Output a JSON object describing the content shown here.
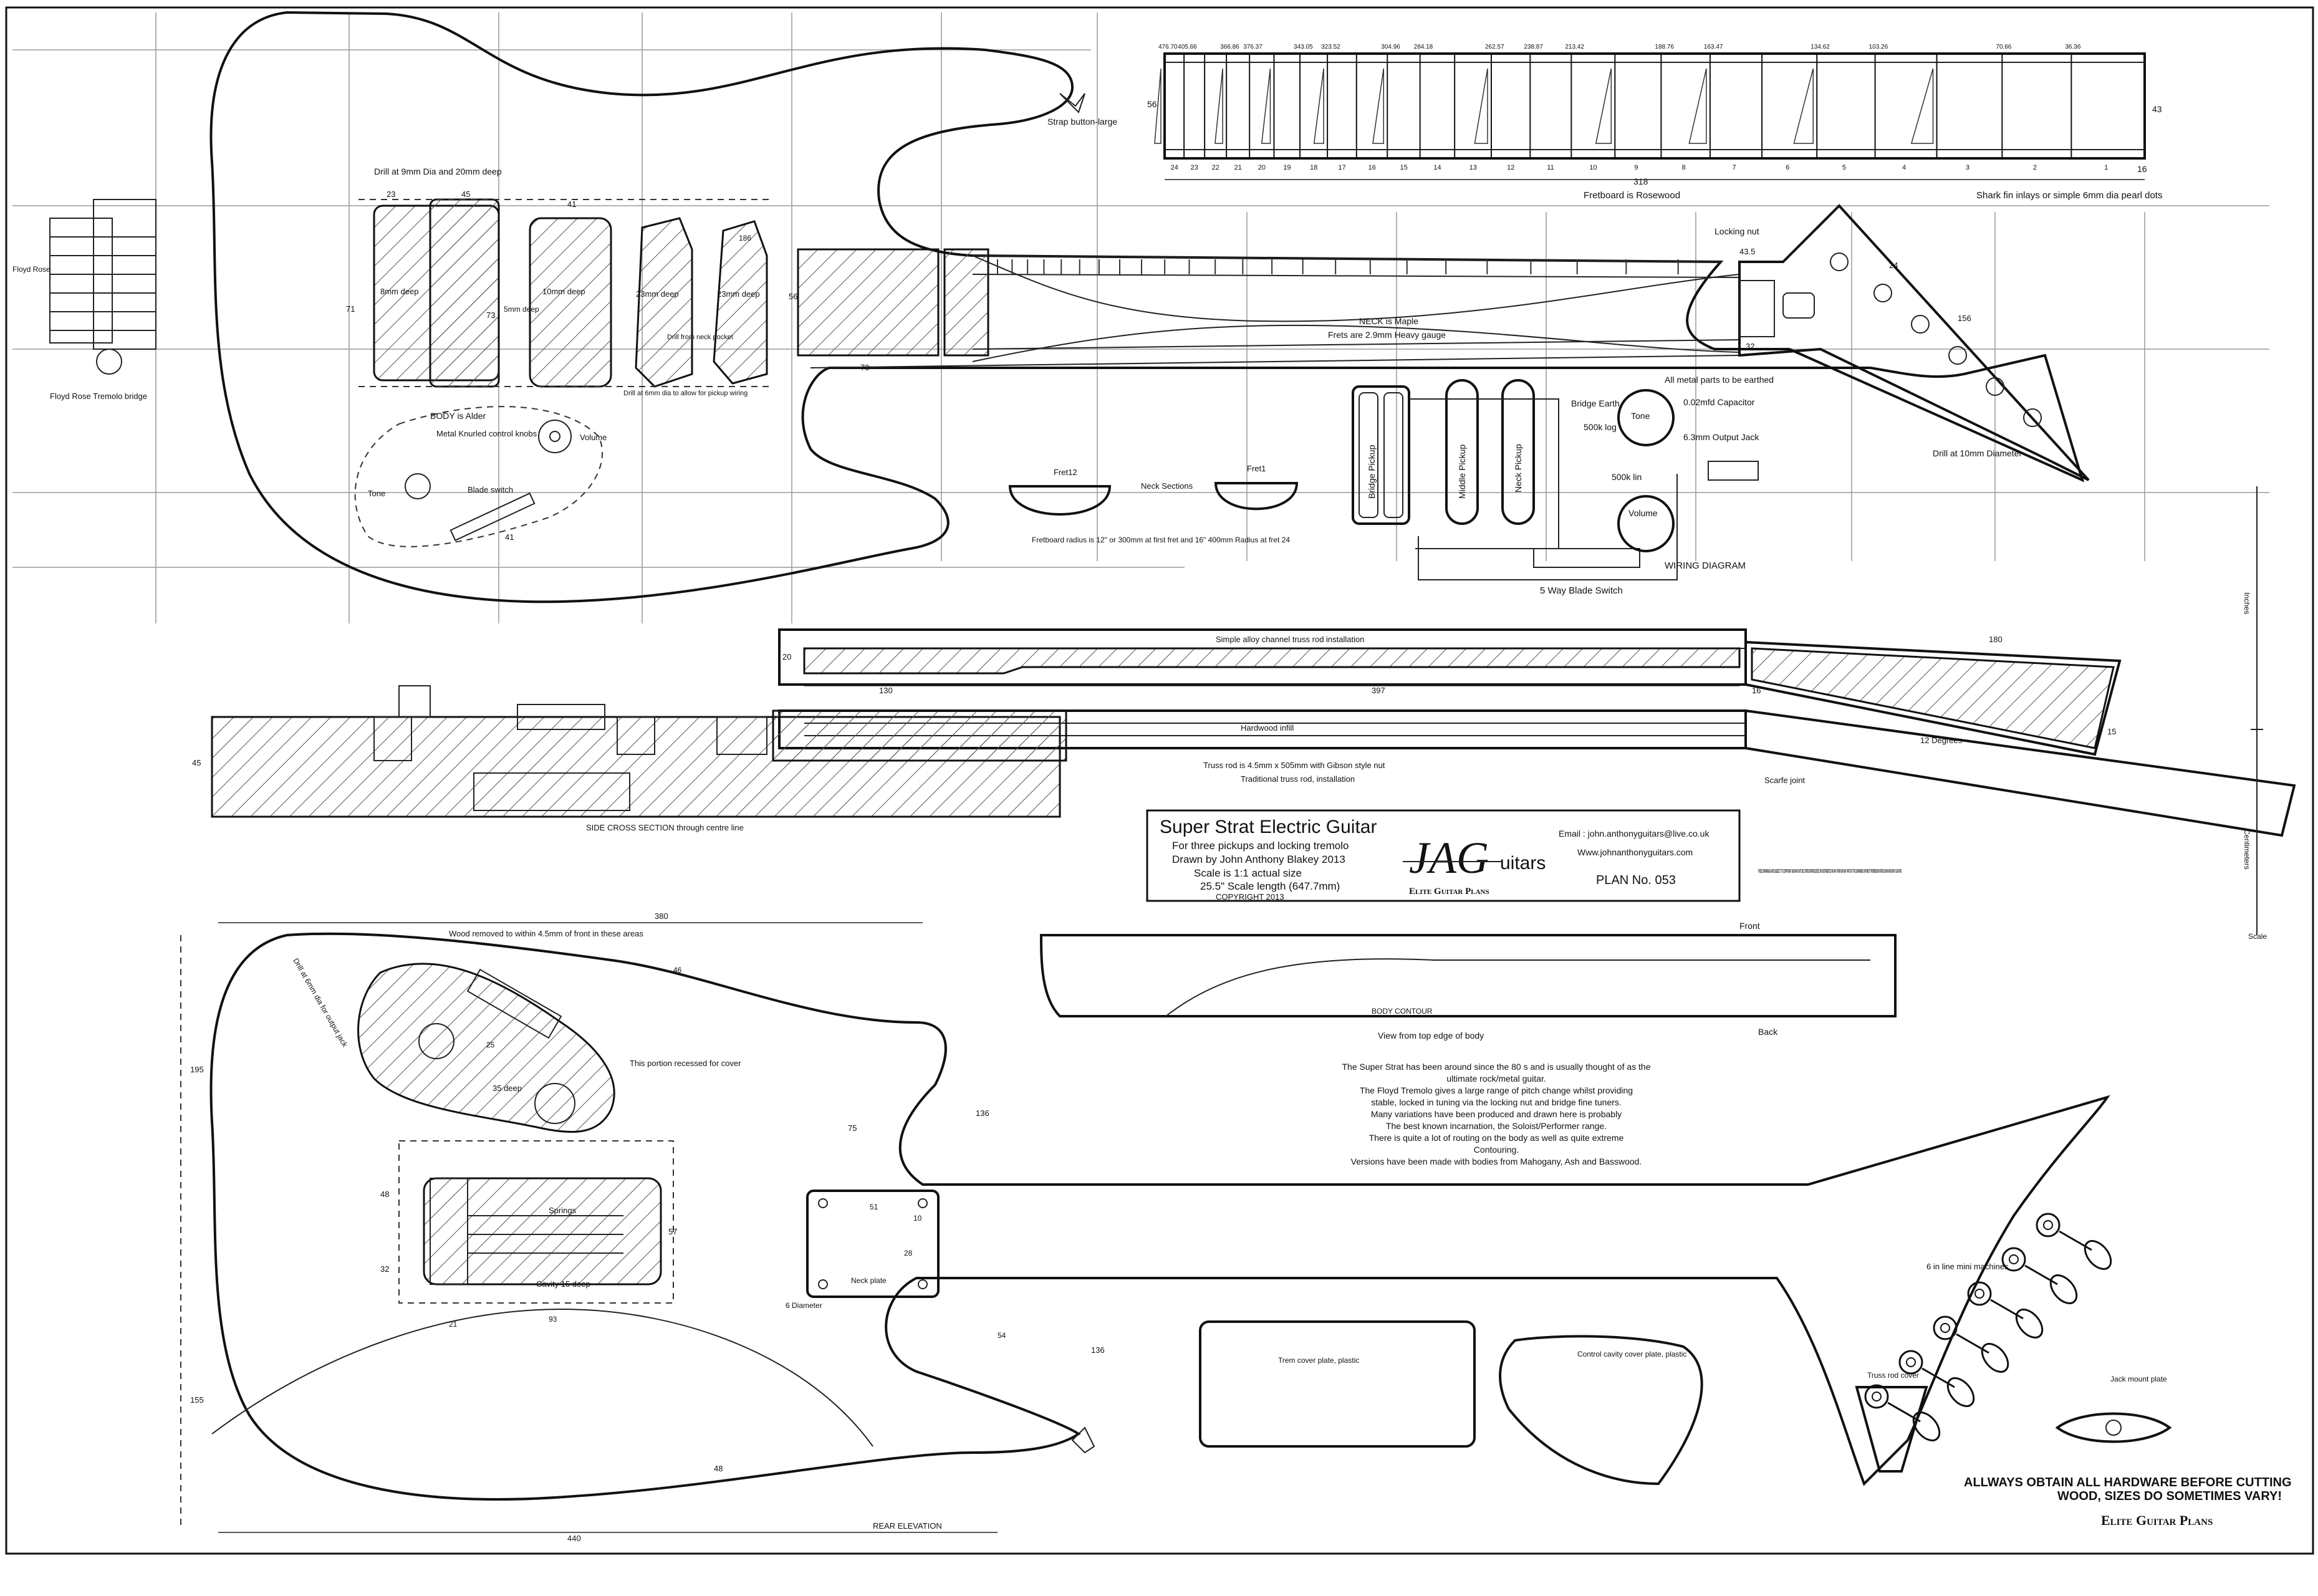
{
  "title_block": {
    "title": "Super Strat Electric Guitar",
    "subtitle": "For three pickups and locking tremolo",
    "author": "Drawn by John Anthony Blakey 2013",
    "scale": "Scale is 1:1 actual size",
    "scale_length": "25.5\" Scale length (647.7mm)",
    "copyright": "COPYRIGHT 2013",
    "logo_text": "JAG",
    "logo_suffix": "uitars",
    "logo_tagline": "Elite Guitar Plans",
    "email": "Email : john.anthonyguitars@live.co.uk",
    "website": "Www.johnanthonyguitars.com",
    "plan_no": "PLAN No. 053"
  },
  "copyright_notice": "THESE DRAWINGS ARE SUBJECT TO COPYRIGHT AND MAY NOT BE COPIED REPRODUCED OR DISTRIBUTED IN ANY FORM OR ANY PART OF THE DRAWINGS WITHOUT PERMISSION FROM JOHN ANTHONY GUITARS",
  "front_view": {
    "strap_button": "Strap button-large",
    "drill_note": "Drill at 9mm Dia and 20mm deep",
    "dim_23": "23",
    "dim_45": "45",
    "dim_41": "41",
    "dim_71": "71",
    "dim_73": "73",
    "dim_8mm": "8mm deep",
    "dim_5mm": "5mm deep",
    "dim_10mm": "10mm deep",
    "dim_23mm_a": "23mm deep",
    "dim_23mm_b": "23mm deep",
    "dim_186": "186",
    "drill_neck": "Drill from neck pocket",
    "drill_hole": "Drill at 6mm dia to allow for pickup wiring",
    "body_alder": "BODY is Alder",
    "knobs": "Metal Knurled control knobs",
    "volume": "Volume",
    "tone": "Tone",
    "blade_switch": "Blade switch",
    "dim_41b": "41",
    "floyd": "Floyd Rose Tremolo bridge",
    "neck_maple": "NECK is Maple",
    "frets": "Frets are 2.9mm Heavy gauge",
    "dim_70": "70",
    "dim_56": "56",
    "locking_nut": "Locking nut",
    "dim_43_5": "43.5",
    "dim_32": "32",
    "dim_24": "24",
    "dim_156": "156",
    "drill_10": "Drill at 10mm Diameter"
  },
  "fretboard": {
    "top_numbers": [
      "476.70",
      "405.66",
      "366.86",
      "376.37",
      "343.05",
      "323.52",
      "304.96",
      "284.18",
      "262.57",
      "238.87",
      "213.42",
      "188.76",
      "163.47",
      "134.62",
      "103.26",
      "70.66",
      "36.36"
    ],
    "bottom_numbers": [
      "24",
      "23",
      "22",
      "21",
      "20",
      "19",
      "18",
      "17",
      "16",
      "15",
      "14",
      "13",
      "12",
      "11",
      "10",
      "9",
      "8",
      "7",
      "6",
      "5",
      "4",
      "3",
      "2",
      "1"
    ],
    "dim_56": "56",
    "dim_43": "43",
    "dim_318": "318",
    "dim_16": "16",
    "rosewood": "Fretboard is Rosewood",
    "inlay_note": "Shark fin inlays or simple 6mm dia pearl dots"
  },
  "neck_sections": {
    "fret12": "Fret12",
    "fret1": "Fret1",
    "label": "Neck Sections",
    "radius_note": "Fretboard radius is 12\" or 300mm at first fret and 16\" 400mm Radius at fret 24"
  },
  "wiring": {
    "earthed": "All metal parts to be earthed",
    "bridge_earth": "Bridge Earth",
    "tone": "Tone",
    "capacitor": "0.02mfd Capacitor",
    "pot_500k_log": "500k log",
    "output_jack": "6.3mm Output Jack",
    "pot_500k_lin": "500k lin",
    "volume": "Volume",
    "bridge_pickup": "Bridge Pickup",
    "middle_pickup": "Middle Pickup",
    "neck_pickup": "Neck Pickup",
    "title": "WIRING DIAGRAM",
    "switch": "5 Way Blade Switch"
  },
  "side_view": {
    "truss_install": "Simple alloy channel truss rod installation",
    "dim_20": "20",
    "dim_130": "130",
    "dim_397": "397",
    "dim_16": "16",
    "dim_180": "180",
    "hardwood_infill": "Hardwood infill",
    "truss_rod": "Truss rod is 4.5mm x 505mm with Gibson style nut",
    "traditional": "Traditional truss rod, installation",
    "scarf": "Scarfe joint",
    "dim_12deg": "12 Degrees",
    "dim_15": "15",
    "dim_45": "45",
    "cross_section": "SIDE CROSS SECTION through centre line"
  },
  "scale_bar": {
    "inches": "Inches",
    "centimeters": "Centimeters",
    "scale": "Scale"
  },
  "rear_view": {
    "dim_380": "380",
    "wood_removed": "Wood removed to within 4.5mm of front in these areas",
    "drill_note": "Drill at 6mm dia for output jack",
    "dim_46": "46",
    "dim_25": "25",
    "deep_35": "35 deep",
    "recess": "This portion recessed for cover",
    "dim_136": "136",
    "dim_75": "75",
    "dim_48": "48",
    "dim_32": "32",
    "springs": "Springs",
    "cavity": "Cavity 15 deep",
    "dim_57": "57",
    "dim_21": "21",
    "dim_93": "93",
    "dim_51": "51",
    "dim_10": "10",
    "dim_28": "28",
    "neck_plate": "Neck plate",
    "diameter_6": "6 Diameter",
    "dim_54": "54",
    "dim_136b": "136",
    "dim_155": "155",
    "dim_195": "195",
    "dim_48b": "48",
    "dim_440": "440",
    "rear_elevation": "REAR ELEVATION",
    "machines": "6 in line mini machines"
  },
  "body_contour": {
    "front": "Front",
    "label": "BODY CONTOUR",
    "back": "Back",
    "view_note": "View from top edge of body"
  },
  "description": [
    "The Super Strat has been around since the 80 s and is usually thought of as the",
    "ultimate rock/metal guitar.",
    "The Floyd Tremolo gives a large range of pitch change whilst providing",
    "stable, locked in tuning via the locking nut and bridge fine tuners.",
    "Many variations have been produced and drawn here is probably",
    "The best known incarnation, the Soloist/Performer range.",
    "There is quite a lot of routing on the body as well as quite extreme",
    "Contouring.",
    "Versions have been made with bodies from Mahogany, Ash and Basswood."
  ],
  "plates": {
    "trem_cover": "Trem cover plate, plastic",
    "control_cover": "Control cavity cover plate, plastic",
    "truss_cover": "Truss rod cover",
    "jack_plate": "Jack mount plate"
  },
  "footer": {
    "warning_1": "ALLWAYS OBTAIN ALL HARDWARE BEFORE CUTTING",
    "warning_2": "WOOD, SIZES DO SOMETIMES VARY!",
    "tagline": "Elite Guitar Plans"
  }
}
